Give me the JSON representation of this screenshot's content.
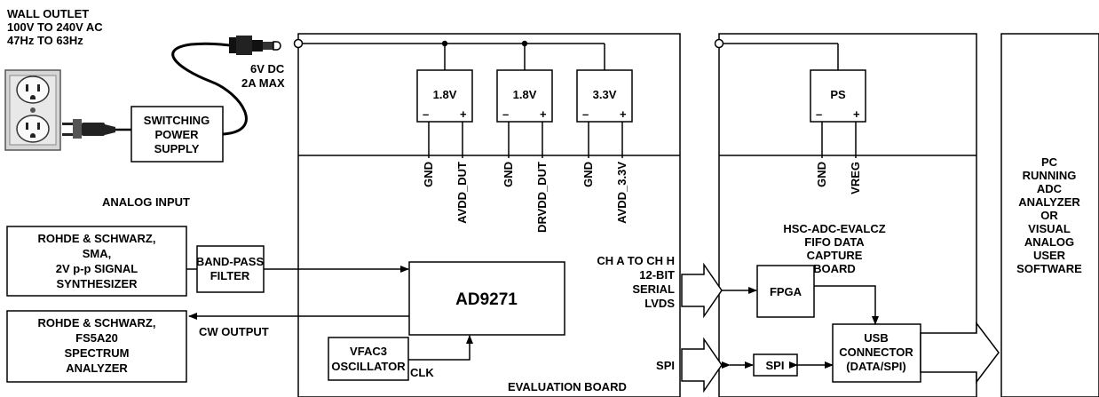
{
  "wall_outlet": [
    "WALL OUTLET",
    "100V TO 240V AC",
    "47Hz TO 63Hz"
  ],
  "dc_rating": [
    "6V DC",
    "2A MAX"
  ],
  "switching_supply": [
    "SWITCHING",
    "POWER",
    "SUPPLY"
  ],
  "regulators": [
    {
      "label": "1.8V",
      "minus": "–",
      "plus": "+"
    },
    {
      "label": "1.8V",
      "minus": "–",
      "plus": "+"
    },
    {
      "label": "3.3V",
      "minus": "–",
      "plus": "+"
    }
  ],
  "supply_pins": [
    "GND",
    "AVDD_DUT",
    "GND",
    "DRVDD_DUT",
    "GND",
    "AVDD_3.3V"
  ],
  "capture_ps": {
    "label": "PS",
    "minus": "–",
    "plus": "+"
  },
  "capture_pins": [
    "GND",
    "VREG"
  ],
  "analog_input_title": "ANALOG INPUT",
  "signal_generator": [
    "ROHDE & SCHWARZ,",
    "SMA,",
    "2V p-p SIGNAL",
    "SYNTHESIZER"
  ],
  "bandpass_filter": [
    "BAND-PASS",
    "FILTER"
  ],
  "adc_label": "AD9271",
  "spectrum_analyzer": [
    "ROHDE & SCHWARZ,",
    "FS5A20",
    "SPECTRUM",
    "ANALYZER"
  ],
  "cw_output": "CW OUTPUT",
  "oscillator": [
    "VFAC3",
    "OSCILLATOR"
  ],
  "clk": "CLK",
  "channels": [
    "CH A TO CH H",
    "12-BIT",
    "SERIAL",
    "LVDS"
  ],
  "spi": "SPI",
  "eval_board": "EVALUATION BOARD",
  "capture_board": [
    "HSC-ADC-EVALCZ",
    "FIFO DATA",
    "CAPTURE",
    "BOARD"
  ],
  "fpga": "FPGA",
  "spi_block": "SPI",
  "usb": [
    "USB",
    "CONNECTOR",
    "(DATA/SPI)"
  ],
  "pc": [
    "PC",
    "RUNNING",
    "ADC",
    "ANALYZER",
    "OR",
    "VISUAL",
    "ANALOG",
    "USER",
    "SOFTWARE"
  ]
}
